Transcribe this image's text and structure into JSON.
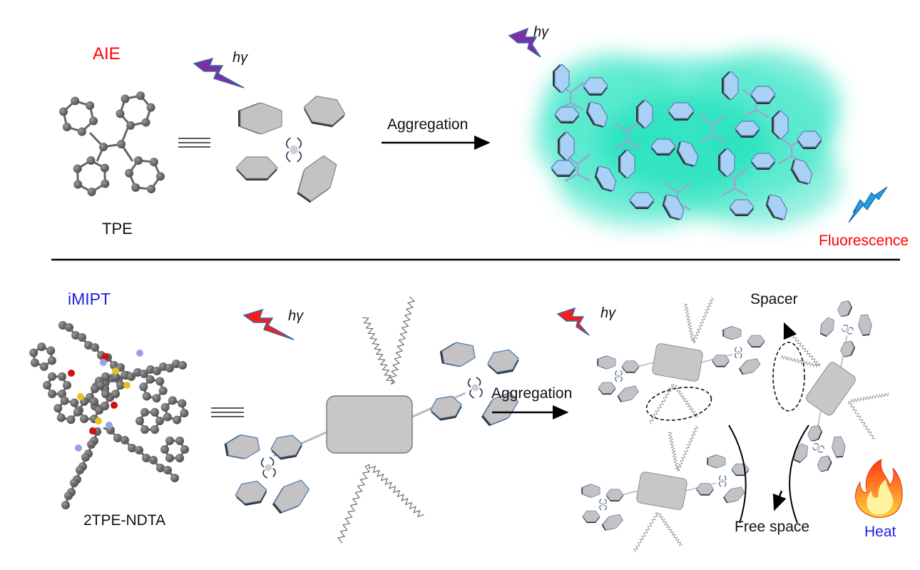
{
  "panels": {
    "top": {
      "title": "AIE",
      "title_color": "#ff0000",
      "molecule_label": "TPE",
      "light_label": "hγ",
      "light_label_2": "hγ",
      "process_label": "Aggregation",
      "output_label": "Fluorescence",
      "output_color": "#ff0000",
      "equivalence_symbol": "≡",
      "colors": {
        "light_bolt": "#7b2fa8",
        "glow": "#3de0c0",
        "ring_aggregate": "#a9d0f5",
        "emission_bolt": "#1e9de0"
      }
    },
    "bottom": {
      "title": "iMIPT",
      "title_color": "#1f1fe0",
      "molecule_label": "2TPE-NDTA",
      "light_label": "hγ",
      "light_label_2": "hγ",
      "process_label": "Aggregation",
      "spacer_label": "Spacer",
      "free_space_label": "Free space",
      "heat_label": "Heat",
      "heat_color": "#1f1fe0",
      "colors": {
        "light_bolt": "#ff1a1a",
        "core": "#c8c6c6",
        "flame_outer": "#f03c10",
        "flame_inner": "#ffe36a"
      }
    }
  }
}
